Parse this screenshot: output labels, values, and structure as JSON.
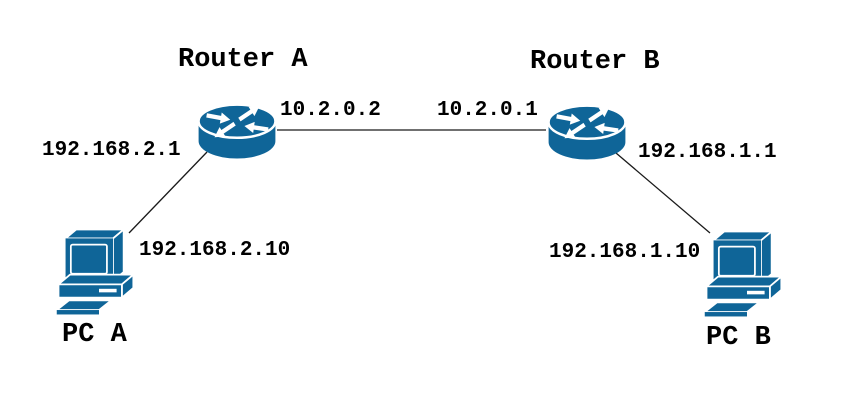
{
  "diagram": {
    "type": "network-topology",
    "nodes": {
      "router_a": {
        "name": "Router A",
        "kind": "router"
      },
      "router_b": {
        "name": "Router B",
        "kind": "router"
      },
      "pc_a": {
        "name": "PC A",
        "kind": "pc"
      },
      "pc_b": {
        "name": "PC B",
        "kind": "pc"
      }
    },
    "ip_labels": {
      "router_a_lan": "192.168.2.1",
      "router_a_link": "10.2.0.2",
      "router_b_link": "10.2.0.1",
      "router_b_lan": "192.168.1.1",
      "pc_a": "192.168.2.10",
      "pc_b": "192.168.1.10"
    },
    "links": [
      {
        "from": "router_a",
        "to": "router_b",
        "from_ip": "10.2.0.2",
        "to_ip": "10.2.0.1"
      },
      {
        "from": "router_a",
        "to": "pc_a",
        "from_ip": "192.168.2.1",
        "to_ip": "192.168.2.10"
      },
      {
        "from": "router_b",
        "to": "pc_b",
        "from_ip": "192.168.1.1",
        "to_ip": "192.168.1.10"
      }
    ],
    "colors": {
      "device_blue": "#0f6598",
      "line": "#1a1a1a",
      "text": "#000000",
      "background": "#ffffff"
    }
  }
}
